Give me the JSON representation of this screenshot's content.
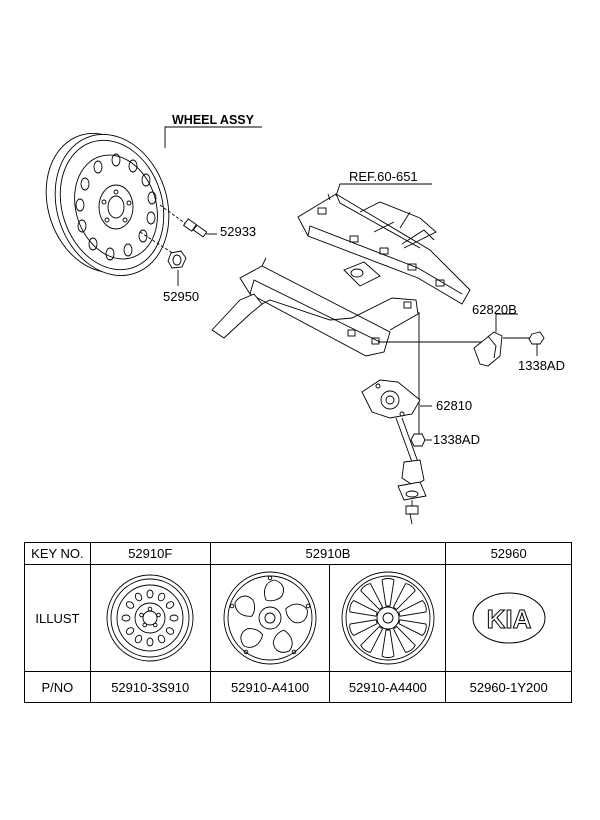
{
  "diagram": {
    "wheel_assy_label": "WHEEL ASSY",
    "callouts": {
      "p52933": "52933",
      "p52950": "52950",
      "ref": "REF.60-651",
      "p62820B": "62820B",
      "p1338AD_right": "1338AD",
      "p62810": "62810",
      "p1338AD_lower": "1338AD"
    }
  },
  "table": {
    "row_labels": {
      "key": "KEY NO.",
      "illust": "ILLUST",
      "pno": "P/NO"
    },
    "key_nos": [
      "52910F",
      "52910B",
      "52960"
    ],
    "part_numbers": [
      "52910-3S910",
      "52910-A4100",
      "52910-A4400",
      "52960-1Y200"
    ],
    "illustrations": [
      "steel-wheel-icon",
      "alloy-wheel-5-spoke-icon",
      "alloy-wheel-10-spoke-icon",
      "kia-emblem-icon"
    ],
    "kia_emblem_text": "KIA"
  }
}
